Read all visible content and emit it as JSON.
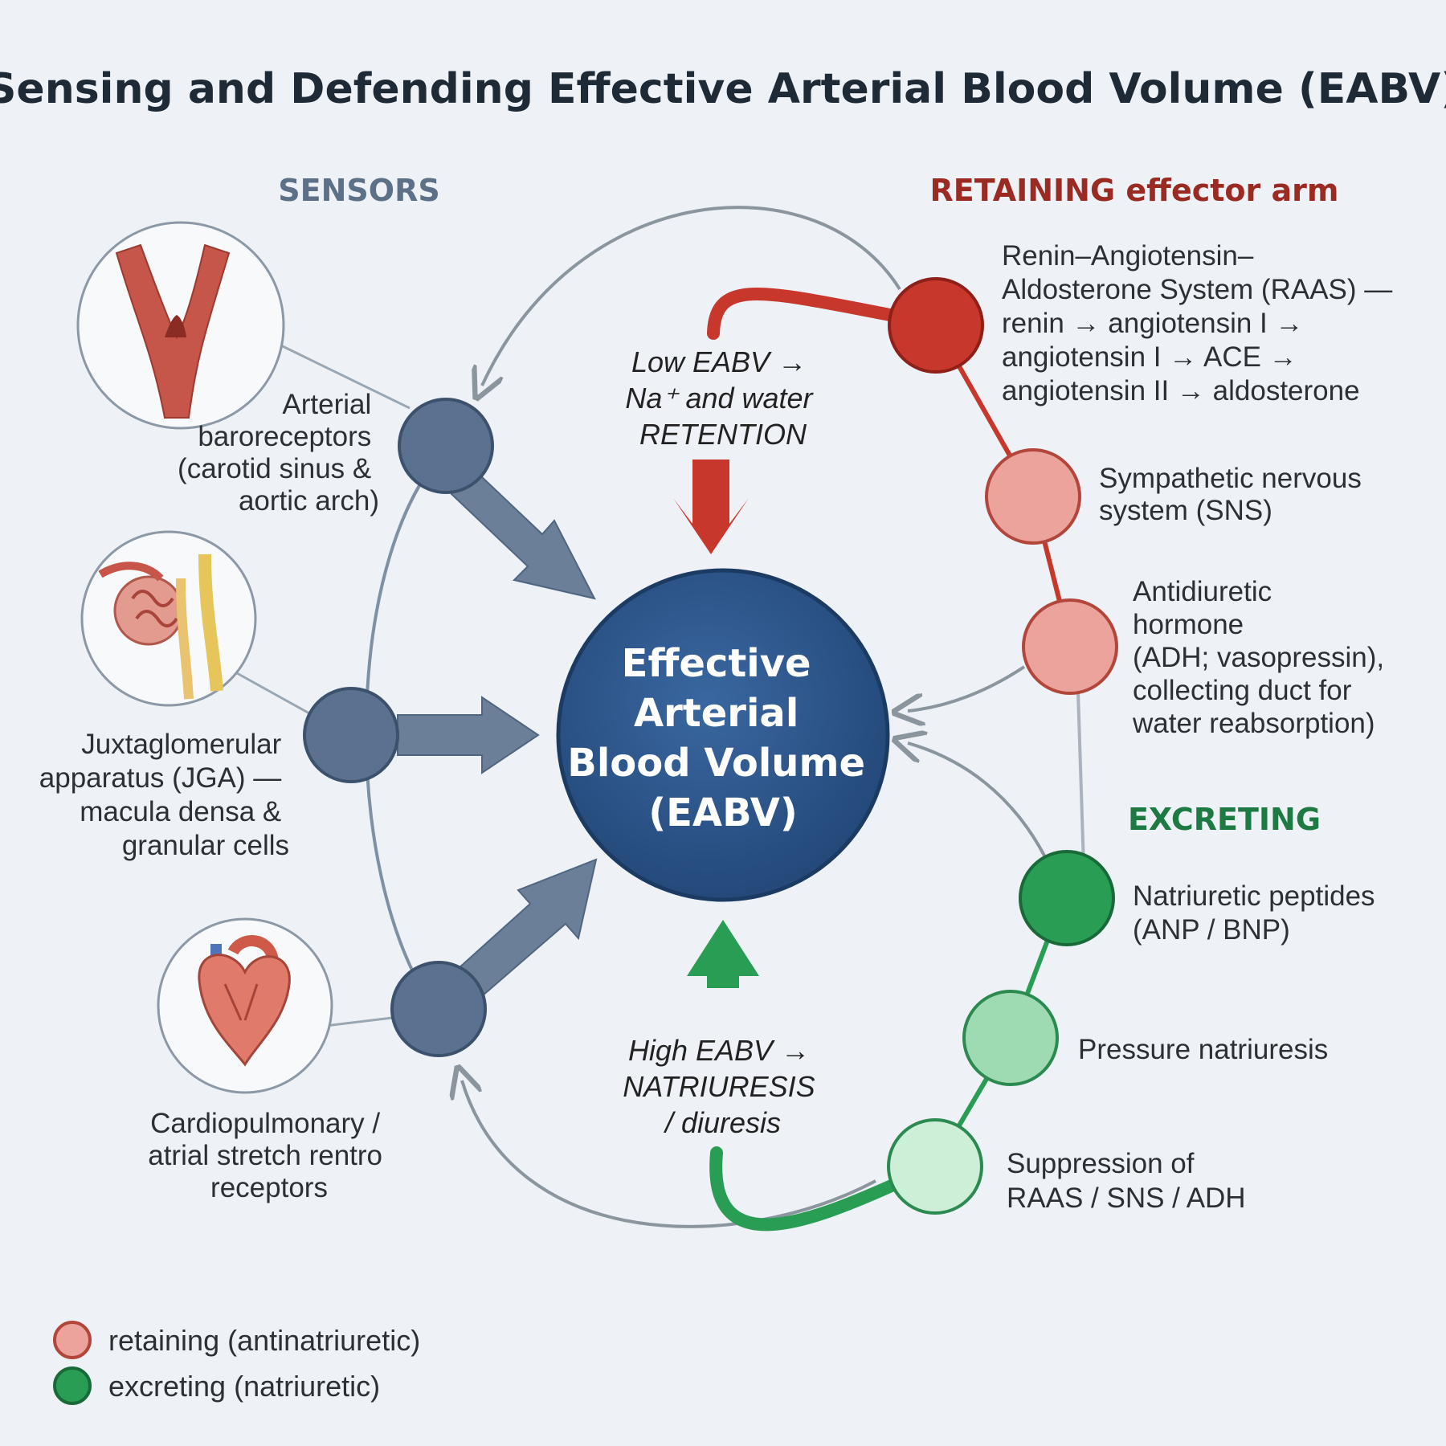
{
  "title": "Sensing and Defending Effective Arterial Blood Volume (EABV)",
  "sections": {
    "sensors": "SENSORS",
    "retaining": "RETAINING effector arm",
    "excreting": "EXCRETING"
  },
  "center": {
    "lines": [
      "Effective",
      "Arterial",
      "Blood Volume",
      "(EABV)"
    ]
  },
  "sensors": [
    {
      "lines": [
        "Arterial",
        "baroreceptors",
        "(carotid sinus &",
        "aortic arch)"
      ],
      "icon": "artery-icon"
    },
    {
      "lines": [
        "Juxtaglomerular",
        "apparatus (JGA) —",
        "macula densa &",
        "granular cells"
      ],
      "icon": "kidney-nephron-icon"
    },
    {
      "lines": [
        "Cardiopulmonary /",
        "atrial stretch rentro",
        "receptors"
      ],
      "icon": "heart-icon"
    }
  ],
  "retaining": [
    {
      "lines": [
        "Renin–Angiotensin–",
        "Aldosterone System (RAAS) —",
        "renin → angiotensin I →",
        "angiotensin I → ACE →",
        "angiotensin II → aldosterone"
      ],
      "color": "#c8372b"
    },
    {
      "lines": [
        "Sympathetic nervous",
        "system (SNS)"
      ],
      "color": "#eba39c"
    },
    {
      "lines": [
        "Antidiuretic",
        "hormone",
        "(ADH; vasopressin),",
        "collecting duct for",
        "water reabsorption)"
      ],
      "color": "#eba39c"
    }
  ],
  "excreting": [
    {
      "lines": [
        "Natriuretic peptides",
        "(ANP / BNP)"
      ],
      "color": "#2a9d55"
    },
    {
      "lines": [
        "Pressure natriuresis"
      ],
      "color": "#9fdbb2"
    },
    {
      "lines": [
        "Suppression of",
        "RAAS / SNS / ADH"
      ],
      "color": "#cdeed7"
    }
  ],
  "low_eabv": [
    "Low EABV →",
    "Na⁺ and water",
    "RETENTION"
  ],
  "high_eabv": [
    "High EABV →",
    "NATRIURESIS",
    "/ diuresis"
  ],
  "legend": [
    {
      "label": "retaining (antinatriuretic)",
      "color": "#eba39c"
    },
    {
      "label": "excreting (natriuretic)",
      "color": "#2a9d55"
    }
  ],
  "colors": {
    "sensor_node": "#5b7190",
    "center": "#2c5688",
    "retain_path": "#c8372b",
    "excrete_path": "#2a9d55",
    "feedback_arrow": "#8a959e"
  }
}
